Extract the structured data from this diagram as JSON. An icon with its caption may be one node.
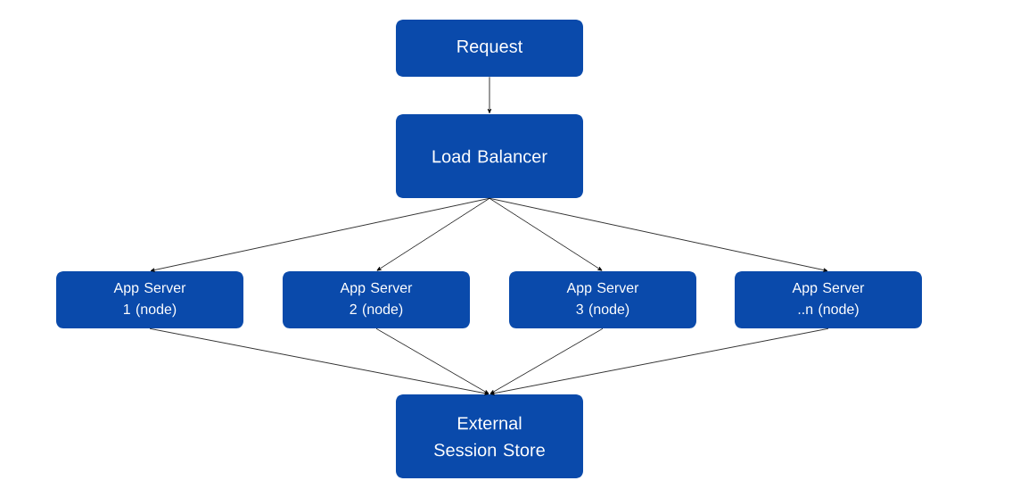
{
  "diagram": {
    "nodes": [
      {
        "text": [
          "Request"
        ]
      },
      {
        "text": [
          "Load Balancer"
        ]
      },
      {
        "text": [
          "App Server 1 (node)"
        ]
      },
      {
        "text": [
          "App Server 2 (node)"
        ]
      },
      {
        "text": [
          "App Server 3 (node)"
        ]
      },
      {
        "text": [
          "App Server ..n (node)"
        ]
      },
      {
        "text": [
          "External Session Store"
        ]
      }
    ],
    "edges": [
      {
        "from": 0,
        "to": 1,
        "arrow": "to"
      },
      {
        "from": 1,
        "to": 2,
        "arrow": "to"
      },
      {
        "from": 1,
        "to": 3,
        "arrow": "to"
      },
      {
        "from": 1,
        "to": 4,
        "arrow": "to"
      },
      {
        "from": 1,
        "to": 5,
        "arrow": "to"
      },
      {
        "from": 2,
        "to": 6,
        "arrow": "to"
      },
      {
        "from": 3,
        "to": 6,
        "arrow": "to"
      },
      {
        "from": 4,
        "to": 6,
        "arrow": "to"
      },
      {
        "from": 5,
        "to": 6,
        "arrow": "to"
      }
    ]
  }
}
